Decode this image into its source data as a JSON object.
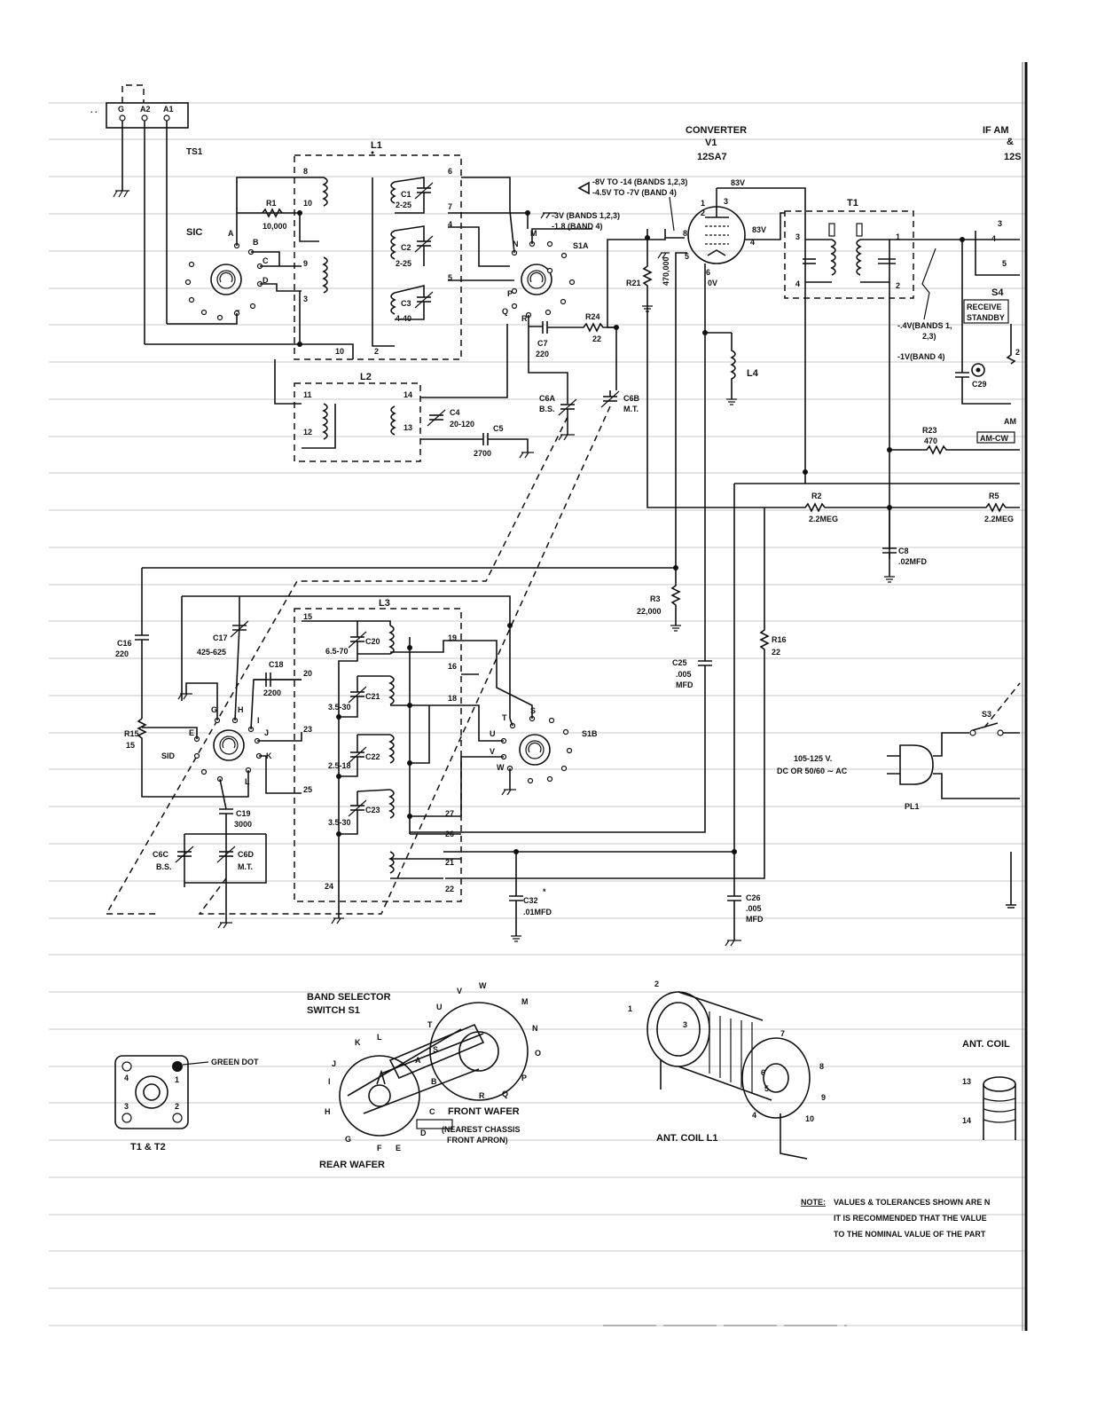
{
  "terminal_strip": {
    "id": "TS1",
    "terminals": [
      "G",
      "A2",
      "A1"
    ]
  },
  "coils": {
    "L1": {
      "label": "L1",
      "pins": [
        "8",
        "10",
        "9",
        "3",
        "6",
        "7",
        "4",
        "5",
        "10",
        "2"
      ]
    },
    "L2": {
      "label": "L2",
      "pins": [
        "11",
        "12",
        "14",
        "13"
      ]
    },
    "L3": {
      "label": "L3",
      "pins": [
        "15",
        "20",
        "23",
        "25",
        "24",
        "19",
        "16",
        "18",
        "27",
        "26",
        "21",
        "22"
      ]
    },
    "L4": {
      "label": "L4"
    }
  },
  "converter": {
    "title": "CONVERTER",
    "ref": "V1",
    "tube": "12SA7",
    "pins": [
      "1",
      "2",
      "3",
      "4",
      "5",
      "6",
      "8"
    ],
    "voltages": [
      "83V",
      "83V",
      "0V"
    ],
    "note_a": "-8V TO -14  (BANDS 1,2,3)",
    "note_b": "-4.5V TO -7V  (BAND 4)",
    "note_c": "-3V (BANDS 1,2,3)",
    "note_d": "-1.8 (BAND 4)"
  },
  "if_amp": {
    "title": "IF AM",
    "ref": "&",
    "tube": "12S"
  },
  "t1": {
    "ref": "T1",
    "pins": [
      "3",
      "4",
      "1",
      "2"
    ]
  },
  "components": {
    "R1": [
      "R1",
      "10,000"
    ],
    "R2": [
      "R2",
      "2.2MEG"
    ],
    "R3": [
      "R3",
      "22,000"
    ],
    "R5": [
      "R5",
      "2.2MEG"
    ],
    "R15": [
      "R15",
      "15"
    ],
    "R16": [
      "R16",
      "22"
    ],
    "R21": [
      "R21",
      "470,000"
    ],
    "R23": [
      "R23",
      "470"
    ],
    "R24": [
      "R24",
      "22"
    ],
    "C1": [
      "C1",
      "2-25"
    ],
    "C2": [
      "C2",
      "2-25"
    ],
    "C3": [
      "C3",
      "4-40"
    ],
    "C4": [
      "C4",
      "20-120"
    ],
    "C5": [
      "C5",
      "2700"
    ],
    "C6A": [
      "C6A",
      "B.S."
    ],
    "C6B": [
      "C6B",
      "M.T."
    ],
    "C6C": [
      "C6C",
      "B.S."
    ],
    "C6D": [
      "C6D",
      "M.T."
    ],
    "C7": [
      "C7",
      "220"
    ],
    "C8": [
      "C8",
      ".02MFD"
    ],
    "C16": [
      "C16",
      "220"
    ],
    "C17": [
      "C17",
      "425-625"
    ],
    "C18": [
      "C18",
      "2200"
    ],
    "C19": [
      "C19",
      "3000"
    ],
    "C20": [
      "C20",
      "6.5-70"
    ],
    "C21": [
      "C21",
      "3.5-30"
    ],
    "C22": [
      "C22",
      "2.5-18"
    ],
    "C23": [
      "C23",
      "3.5-30"
    ],
    "C25": [
      "C25",
      ".005",
      "MFD"
    ],
    "C26": [
      "C26",
      ".005",
      "MFD"
    ],
    "C29": [
      "C29"
    ],
    "C32": [
      "C32",
      "*",
      ".01MFD"
    ]
  },
  "switches": {
    "S1C": {
      "label": "SIC",
      "contacts": [
        "A",
        "B",
        "C",
        "D",
        "F"
      ]
    },
    "S1A": {
      "label": "S1A",
      "contacts": [
        "N",
        "M",
        "P",
        "Q",
        "R"
      ]
    },
    "S1D": {
      "label": "SID",
      "contacts": [
        "G",
        "H",
        "I",
        "J",
        "E",
        "K",
        "L"
      ]
    },
    "S1B": {
      "label": "S1B",
      "contacts": [
        "S",
        "T",
        "U",
        "V",
        "W"
      ]
    },
    "S3": {
      "label": "S3"
    },
    "S4": {
      "label": "S4",
      "positions": [
        "RECEIVE",
        "STANDBY"
      ]
    },
    "AMCW": {
      "label": "AM-CW",
      "partial": "AM"
    }
  },
  "t1_notes": {
    "a": "-.4V(BANDS 1,",
    "b": "2,3)",
    "c": "-1V(BAND 4)"
  },
  "power": {
    "ref": "PL1",
    "label_a": "105-125 V.",
    "label_b": "DC OR 50/60 ∼ AC"
  },
  "partial_right": [
    "4",
    "5",
    "3",
    "2"
  ],
  "details": {
    "band_selector": {
      "title_a": "BAND SELECTOR",
      "title_b": "SWITCH S1",
      "front": "FRONT WAFER",
      "front_note_a": "(NEAREST CHASSIS",
      "front_note_b": "FRONT APRON)",
      "rear": "REAR WAFER",
      "front_letters": [
        "V",
        "W",
        "M",
        "U",
        "T",
        "N",
        "O",
        "S",
        "P",
        "B",
        "A",
        "R",
        "Q",
        "C",
        "D"
      ],
      "rear_letters": [
        "K",
        "L",
        "J",
        "I",
        "H",
        "G",
        "F",
        "E"
      ]
    },
    "t1t2": {
      "title": "T1 & T2",
      "green_dot": "GREEN DOT",
      "pins": [
        "4",
        "1",
        "3",
        "2"
      ]
    },
    "ant_coil_l1": {
      "title": "ANT. COIL L1",
      "pins": [
        "2",
        "1",
        "3",
        "7",
        "6",
        "8",
        "5",
        "9",
        "4",
        "10"
      ]
    },
    "ant_coil_l2": {
      "title": "ANT. COIL",
      "pins": [
        "13",
        "14"
      ]
    }
  },
  "note": {
    "prefix": "NOTE:",
    "line1": "VALUES & TOLERANCES SHOWN ARE N",
    "line2": "IT IS RECOMMENDED THAT THE VALUE",
    "line3": "TO THE NOMINAL VALUE OF THE PART"
  }
}
